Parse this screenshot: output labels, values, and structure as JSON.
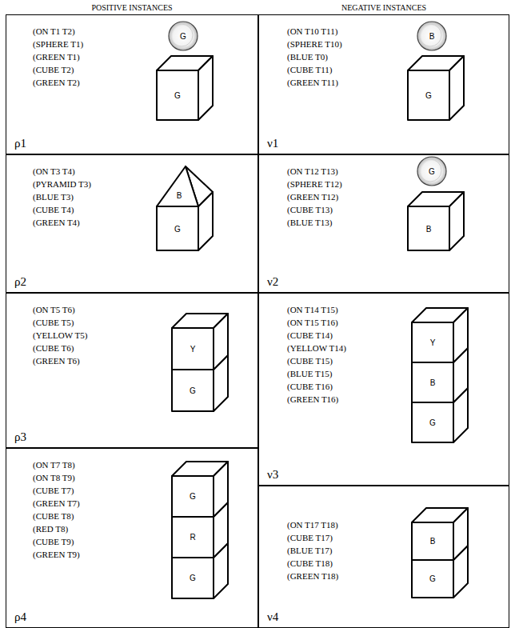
{
  "diagram": {
    "nodes": [
      {
        "text": [
          "(ON T1 T2)",
          "(SPHERE T1)",
          "(GREEN T1)",
          "(CUBE T2)",
          "(GREEN T2)",
          "ρ1"
        ]
      },
      {
        "text": [
          "(ON T3 T4)",
          "(PYRAMID T3)",
          "(BLUE T3)",
          "(CUBE T4)",
          "(GREEN T4)",
          "ρ2"
        ]
      },
      {
        "text": [
          "(ON T5 T6)",
          "(CUBE T5)",
          "(YELLOW T5)",
          "(CUBE T6)",
          "(GREEN T6)",
          "ρ3"
        ]
      },
      {
        "text": [
          "(ON T7 T8)",
          "(ON T8 T9)",
          "(CUBE T7)",
          "(GREEN T7)",
          "(CUBE T8)",
          "(RED T8)",
          "(CUBE T9)",
          "(GREEN T9)",
          "ρ4"
        ]
      },
      {
        "text": [
          "(ON T10 T11)",
          "(SPHERE T10)",
          "(BLUE T0)",
          "(CUBE T11)",
          "(GREEN T11)",
          "ν1"
        ]
      },
      {
        "text": [
          "(ON T12 T13)",
          "(SPHERE T12)",
          "(GREEN T12)",
          "(CUBE T13)",
          "(BLUE T13)",
          "ν2"
        ]
      },
      {
        "text": [
          "(ON T14 T15)",
          "(ON T15 T16)",
          "(CUBE T14)",
          "(YELLOW T14)",
          "(CUBE T15)",
          "(BLUE T15)",
          "(CUBE T16)",
          "(GREEN T16)",
          "ν3"
        ]
      },
      {
        "text": [
          "(ON T17 T18)",
          "(CUBE T17)",
          "(BLUE T17)",
          "(CUBE T18)",
          "(GREEN T18)",
          "ν4"
        ]
      }
    ],
    "labels": [
      "POSITIVE INSTANCES",
      "NEGATIVE INSTANCES",
      "G",
      "G",
      "B",
      "G",
      "Y",
      "G",
      "G",
      "R",
      "G",
      "B",
      "G",
      "G",
      "B",
      "Y",
      "B",
      "G",
      "B",
      "G"
    ]
  }
}
